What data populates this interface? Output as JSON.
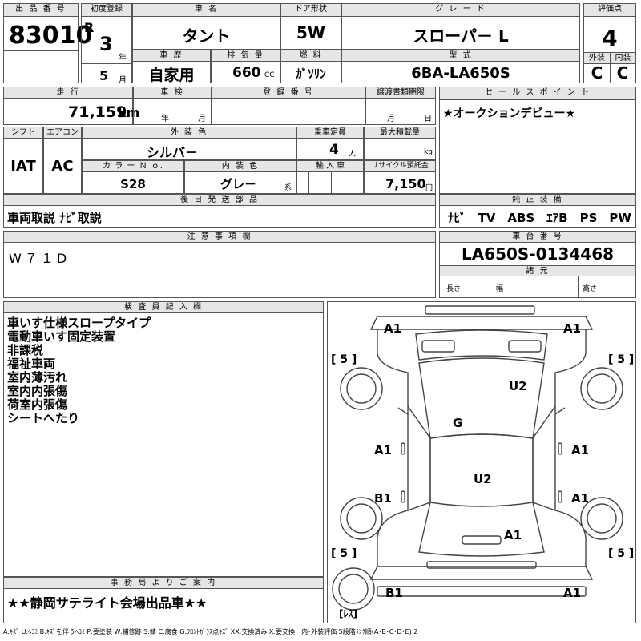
{
  "labels": {
    "lot_no": "出 品 番 号",
    "first_reg": "初度登録",
    "model_name": "車 名",
    "door": "ドア形状",
    "grade": "グ レ ー ド",
    "score": "評価点",
    "history": "車 歴",
    "displacement": "排 気 量",
    "fuel": "燃 料",
    "model_code": "型 式",
    "ext_label": "外装",
    "int_label": "内装",
    "mileage": "走 行",
    "inspection": "車 検",
    "reg_no": "登 録 番 号",
    "transfer": "譲渡書類期限",
    "sales_point": "セ ー ル ス ポ イ ン ト",
    "shift": "シフト",
    "aircon": "エアコン",
    "ext_color": "外 装 色",
    "capacity": "乗車定員",
    "max_load": "最大積載量",
    "color_no": "カ ラ ー Ｎ ｏ.",
    "int_color": "内 装 色",
    "import": "輸 入 車",
    "recycle": "リサイクル預託金",
    "later_parts": "後 日 発 送 部 品",
    "equipment": "純 正 装 備",
    "notes": "注 意 事 項 欄",
    "chassis": "車 台 番 号",
    "specs": "諸 元",
    "length": "長さ",
    "width": "幅",
    "height": "高さ",
    "inspector": "検 査 員 記 入 欄",
    "office": "事 務 局 よ り ご 案 内",
    "era": "R",
    "year_unit": "年",
    "month_unit": "月",
    "cc_unit": "CC",
    "km_unit": "km",
    "person_unit": "人",
    "kg_unit": "kg",
    "yen_unit": "円",
    "kei": "系",
    "insp_year": "年",
    "insp_month": "月",
    "trans_month": "月",
    "trans_day": "日"
  },
  "values": {
    "lot_no": "83010",
    "year": "3",
    "month": "5",
    "model_name": "タント",
    "door": "5W",
    "grade": "スローパ－ L",
    "score": "4",
    "history": "自家用",
    "displacement": "660",
    "fuel": "ｶﾞｿﾘﾝ",
    "model_code": "6BA-LA650S",
    "ext_score": "C",
    "int_score": "C",
    "mileage": "71,159",
    "shift": "IAT",
    "aircon": "AC",
    "ext_color": "シルバ－",
    "capacity": "4",
    "color_no": "S28",
    "int_color": "グレ－",
    "recycle": "7,150",
    "sales_point": "★オークションデビュー★",
    "later_parts": "車両取説 ﾅﾋﾞ取説",
    "equipment": "ﾅﾋﾞ　TV　ABS　ｴｱB　PS　PW",
    "notes": "W７１D",
    "chassis": "LA650S-0134468",
    "inspector_lines": [
      "車いす仕様スロープタイプ",
      "電動車いす固定装置",
      "非課税",
      "福祉車両",
      "室内薄汚れ",
      "室内内張傷",
      "荷室内張傷",
      "シートへたり"
    ],
    "office": "★★静岡サテライト会場出品車★★"
  },
  "diagram": {
    "marks": {
      "front_left": "A1",
      "front_right": "A1",
      "hood": "U2",
      "windshield": "G",
      "fl_door": "A1",
      "fr_door": "A1",
      "roof": "U2",
      "rl_door": "B1",
      "rr_door": "A1",
      "rear_right": "A1",
      "rear_bumper_left": "B1",
      "rear_bumper_right": "A1",
      "tire_fl": "[ 5 ]",
      "tire_fr": "[ 5 ]",
      "tire_rl": "[ 5 ]",
      "tire_rr": "[ 5 ]",
      "spare": "[ﾚｽ]"
    }
  },
  "legend": "A:ｷｽﾞ U:ﾍｺﾐ B:ｷｽﾞを伴うﾍｺﾐ P:要塗装 W:補修跡 S:錆 C:腐食 G:ﾌﾛﾝﾄｶﾞﾗｽ点ｷｽﾞ XX:交換済み X:要交換　内･外装評価 5段階ﾗﾝｸ順(A･B･C･D･E) 2"
}
